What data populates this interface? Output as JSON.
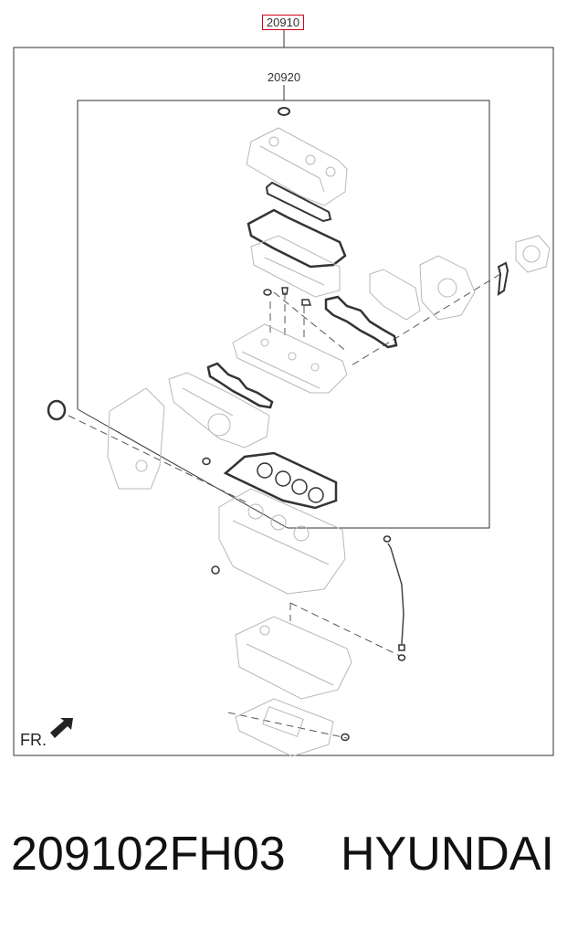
{
  "callouts": {
    "kit_number": "20910",
    "subkit_number": "20920"
  },
  "orientation_label": "FR.",
  "caption": {
    "part_number": "209102FH03",
    "brand": "HYUNDAI"
  },
  "colors": {
    "callout_border": "#d0021b",
    "line": "#222222",
    "part_sketch": "#b8b8b8",
    "gasket": "#333333"
  },
  "icons": [
    "front-arrow-icon"
  ]
}
